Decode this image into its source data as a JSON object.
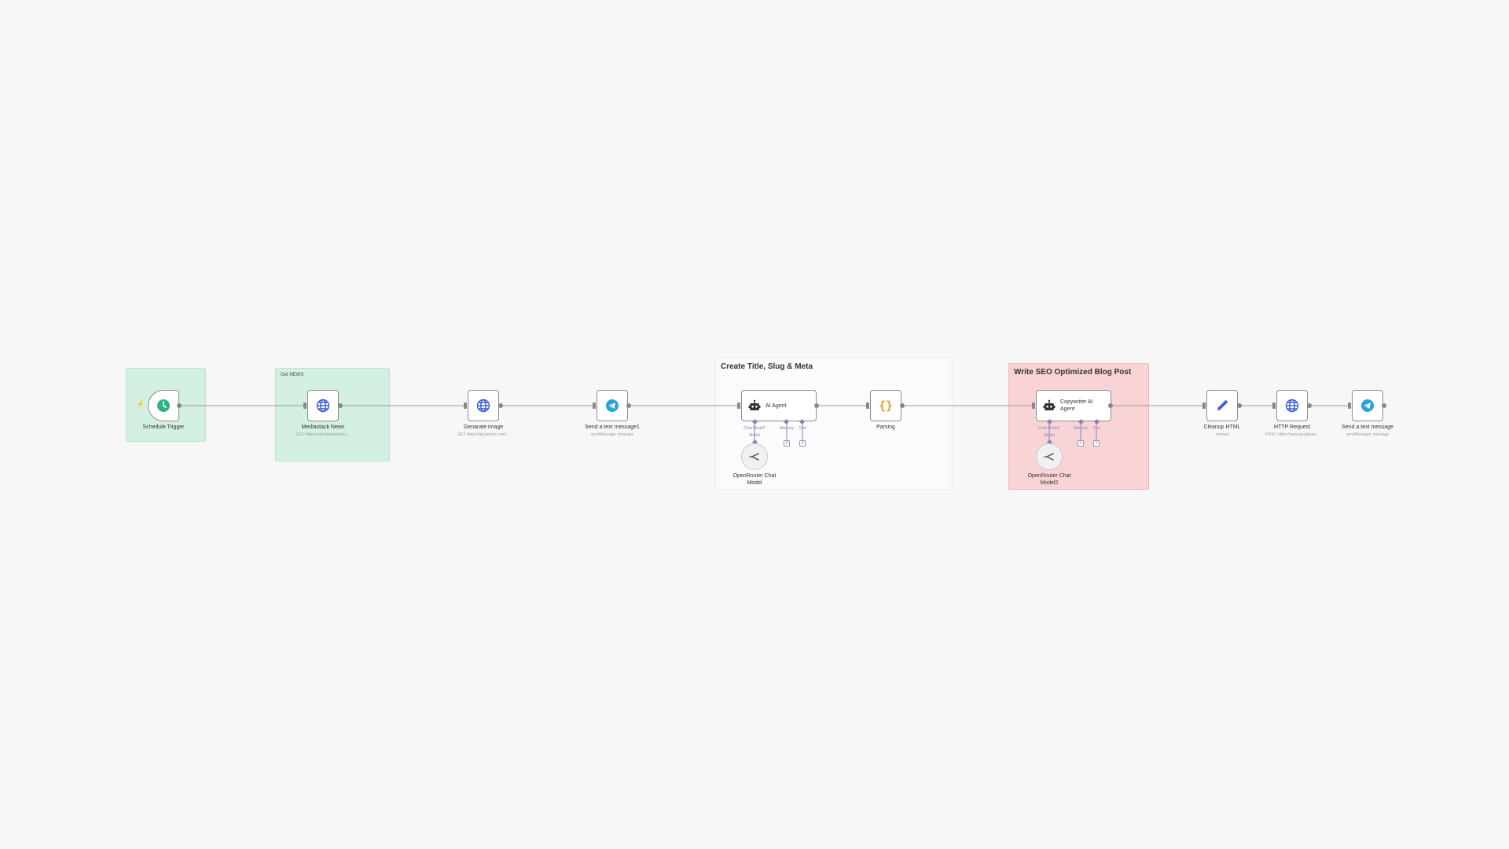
{
  "canvas": {
    "background": "#f7f7f7"
  },
  "stickies": {
    "get_news": "Get NEWS",
    "create_title": "Create Title, Slug & Meta",
    "write_seo": "Write SEO Optimized Blog Post"
  },
  "nodes": {
    "schedule_trigger": {
      "label": "Schedule Trigger",
      "icon": "clock-icon"
    },
    "mediastack_news": {
      "label": "Mediastack News",
      "sub": "GET: https://api.mediastack.c...",
      "icon": "globe-icon"
    },
    "generate_image": {
      "label": "Genarate image",
      "sub": "GET: https://api.pexels.com/...",
      "icon": "globe-icon"
    },
    "send_text_1": {
      "label": "Send a text message1",
      "sub": "sendMessage: message",
      "icon": "telegram-icon"
    },
    "ai_agent": {
      "label": "AI Agent",
      "icon": "robot-icon",
      "ports": [
        "Chat Model*",
        "Memory",
        "Tool"
      ]
    },
    "openrouter_1": {
      "label": "OpenRouter Chat Model",
      "icon": "openrouter-icon",
      "model_label": "Model"
    },
    "parsing": {
      "label": "Parsing",
      "icon": "braces-icon"
    },
    "copywriter": {
      "label": "Copywriter AI Agent",
      "icon": "robot-icon",
      "ports": [
        "Chat Model*",
        "Memory",
        "Tool"
      ]
    },
    "openrouter_2": {
      "label": "OpenRouter Chat Model2",
      "icon": "openrouter-icon",
      "model_label": "Model"
    },
    "cleanup_html": {
      "label": "Cleanup HTML",
      "sub": "manual",
      "icon": "pencil-icon"
    },
    "http_request": {
      "label": "HTTP Request",
      "sub": "POST: https://www.googleap...",
      "icon": "globe-icon"
    },
    "send_text_2": {
      "label": "Send a text message",
      "sub": "sendMessage: message",
      "icon": "telegram-icon"
    }
  },
  "colors": {
    "sticky_green": "#d4f0e3",
    "sticky_pink": "#f9d4d6",
    "trigger_green": "#29b57e",
    "globe_blue": "#3b5bdb",
    "telegram_blue": "#2aa1da",
    "braces_orange": "#e5a02e",
    "pencil_blue": "#3d5ad8",
    "ai_port_purple": "#8a83b8",
    "bolt": "#ff6d5a"
  }
}
